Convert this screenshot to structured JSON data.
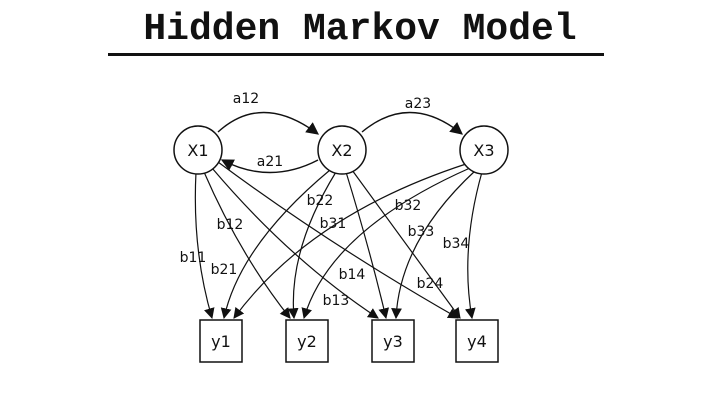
{
  "title": "Hidden Markov Model",
  "hidden_states": [
    "X1",
    "X2",
    "X3"
  ],
  "observations": [
    "y1",
    "y2",
    "y3",
    "y4"
  ],
  "transition_labels": {
    "a12": "a12",
    "a21": "a21",
    "a23": "a23"
  },
  "emission_labels": {
    "b11": "b11",
    "b12": "b12",
    "b13": "b13",
    "b14": "b14",
    "b21": "b21",
    "b22": "b22",
    "b24": "b24",
    "b31": "b31",
    "b32": "b32",
    "b33": "b33",
    "b34": "b34"
  },
  "colors": {
    "stroke": "#111111",
    "node_fill": "#ffffff"
  }
}
